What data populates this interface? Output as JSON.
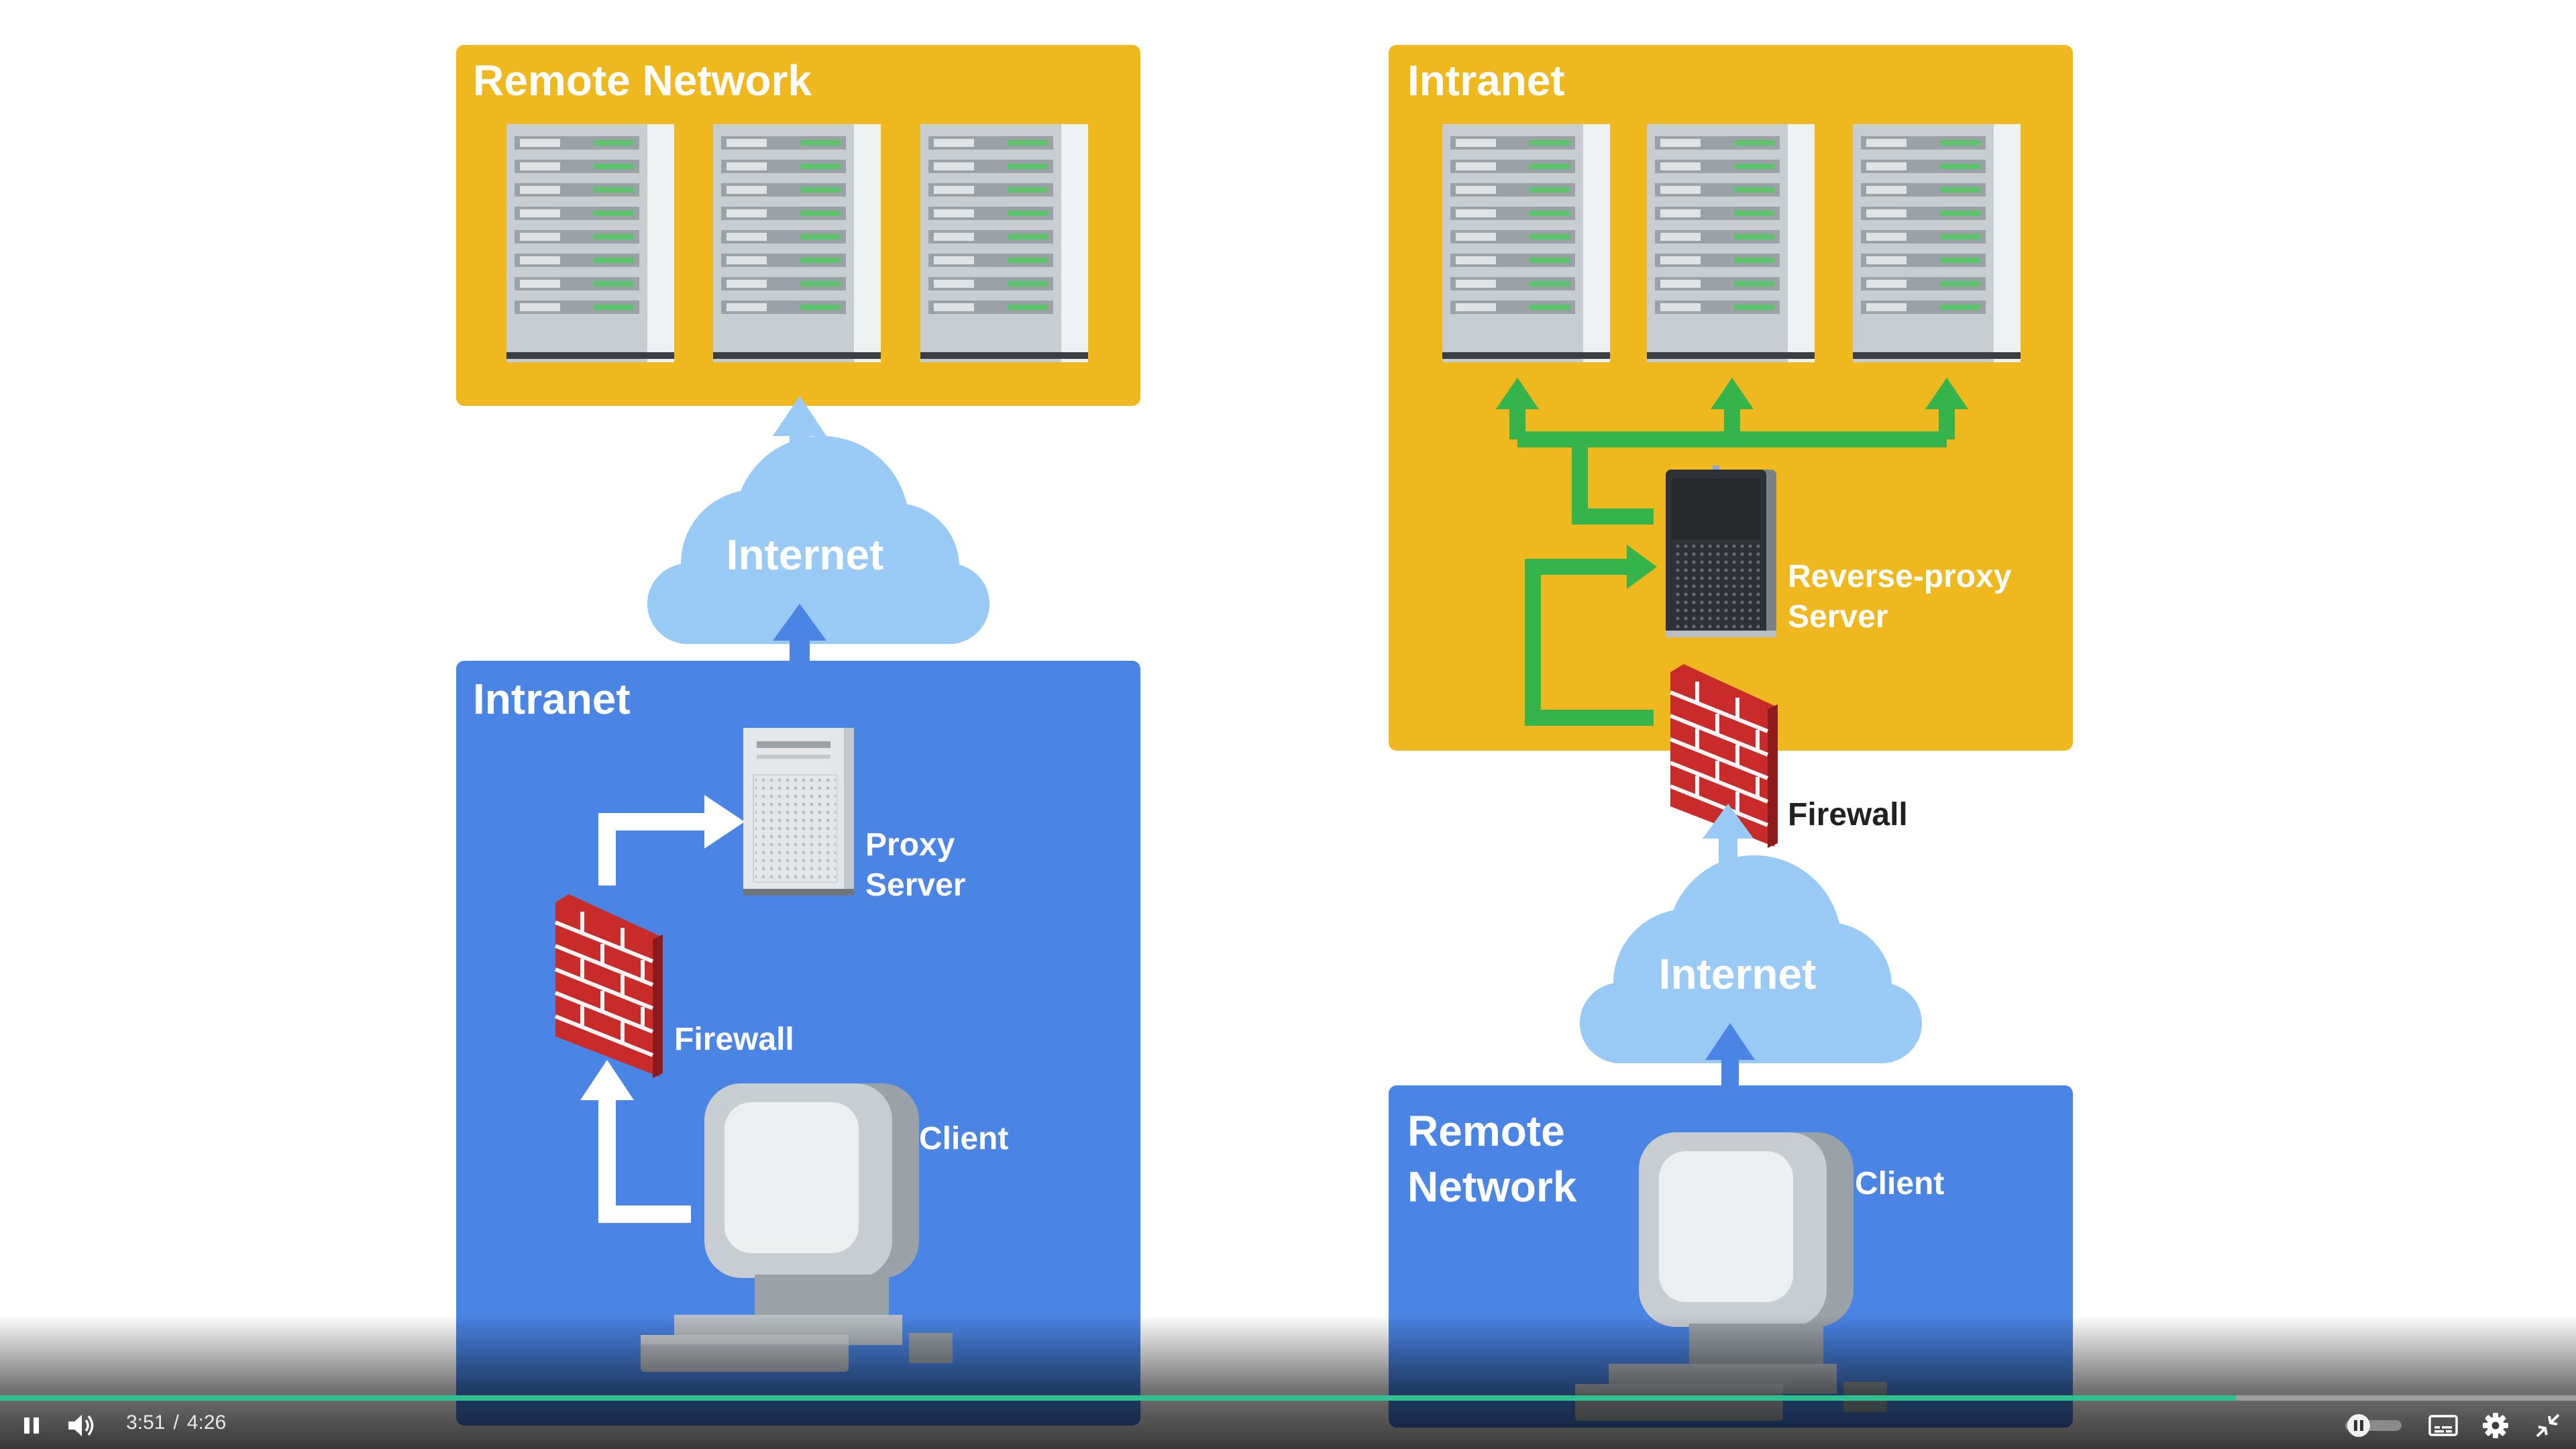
{
  "diagrams": {
    "forward": {
      "remote_network_title": "Remote Network",
      "internet_label": "Internet",
      "intranet_title": "Intranet",
      "proxy_label_line1": "Proxy",
      "proxy_label_line2": "Server",
      "firewall_label": "Firewall",
      "client_label": "Client"
    },
    "reverse": {
      "intranet_title": "Intranet",
      "reverse_proxy_line1": "Reverse-proxy",
      "reverse_proxy_line2": "Server",
      "firewall_label": "Firewall",
      "internet_label": "Internet",
      "remote_network_line1": "Remote",
      "remote_network_line2": "Network",
      "client_label": "Client"
    }
  },
  "colors": {
    "yellow": "#f0b81f",
    "blue": "#4a84e4",
    "cloud": "#99caf5",
    "arrow_blue": "#4a84e4",
    "arrow_light": "#99caf5",
    "arrow_green": "#34b44a",
    "progress": "#2ec08f"
  },
  "player": {
    "current_time": "3:51",
    "separator": "/",
    "duration": "4:26",
    "progress": 0.868,
    "icons": [
      "pause-icon",
      "volume-icon",
      "autoplay-toggle-icon",
      "captions-icon",
      "settings-icon",
      "exit-fullscreen-icon"
    ]
  }
}
